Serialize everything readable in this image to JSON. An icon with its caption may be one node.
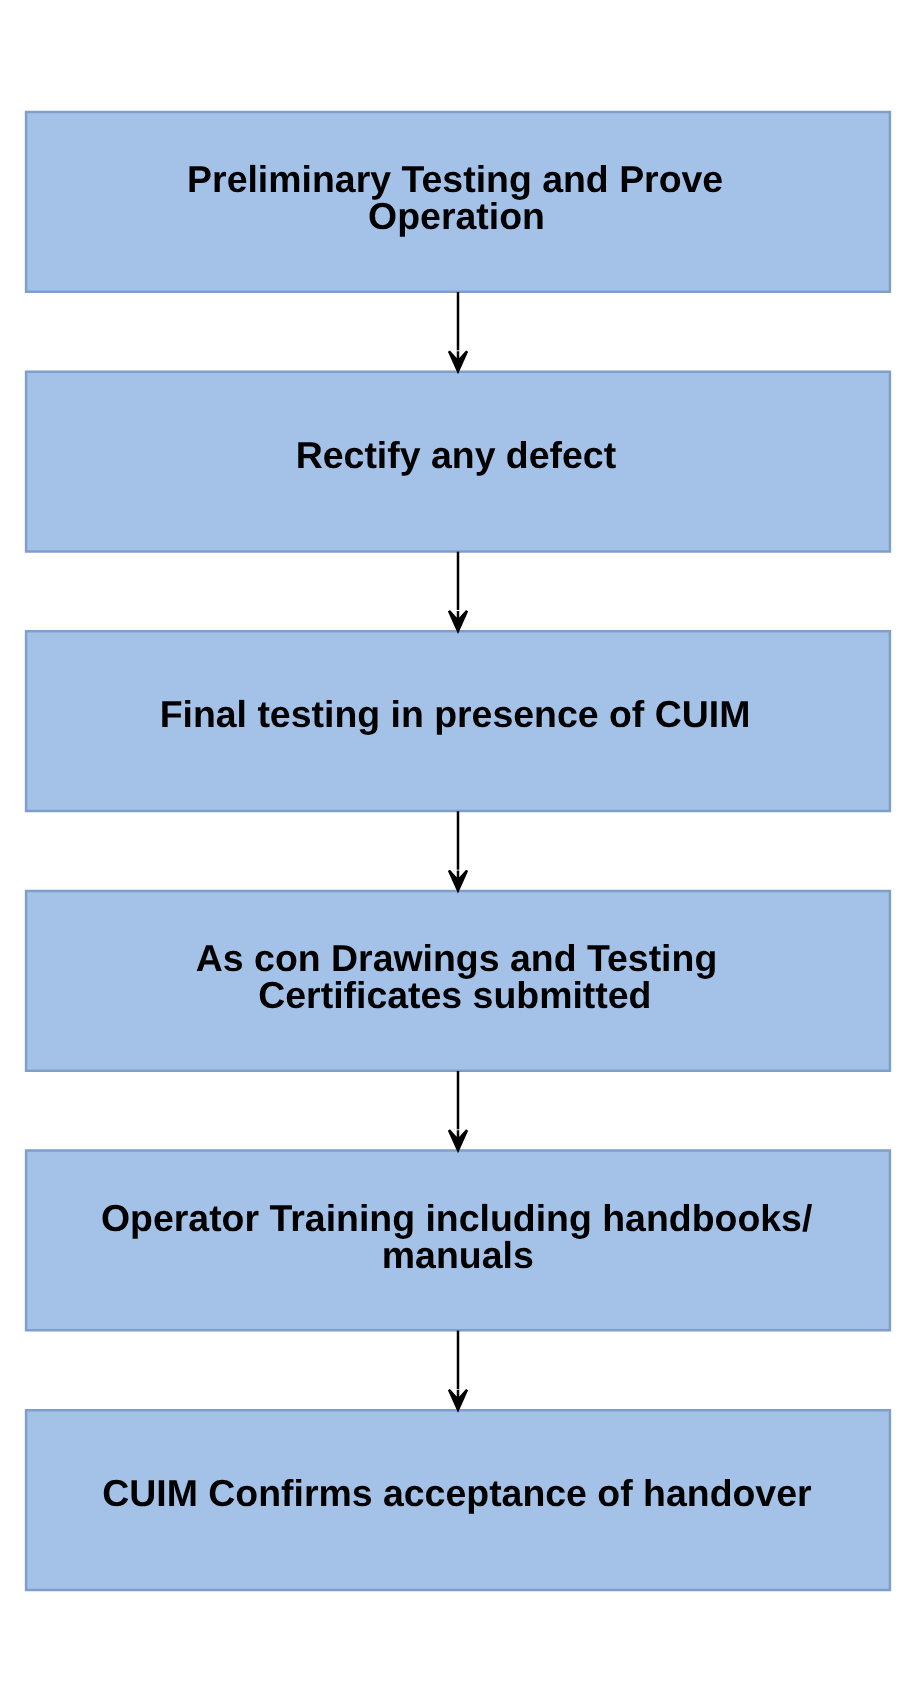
{
  "diagram": {
    "nodes": [
      {
        "text": [
          "Preliminary Testing and Prove Operation"
        ]
      },
      {
        "text": [
          "Rectify any defect"
        ]
      },
      {
        "text": [
          "Final testing in presence of CUIM"
        ]
      },
      {
        "text": [
          "As con Drawings and Testing Certificates submitted"
        ]
      },
      {
        "text": [
          "Operator Training including handbooks/ manuals"
        ]
      },
      {
        "text": [
          "CUIM Confirms acceptance of handover"
        ]
      }
    ],
    "edges": [
      {
        "from": 0,
        "to": 1,
        "arrow": "to"
      },
      {
        "from": 1,
        "to": 2,
        "arrow": "to"
      },
      {
        "from": 2,
        "to": 3,
        "arrow": "to"
      },
      {
        "from": 3,
        "to": 4,
        "arrow": "to"
      },
      {
        "from": 4,
        "to": 5,
        "arrow": "to"
      }
    ]
  }
}
